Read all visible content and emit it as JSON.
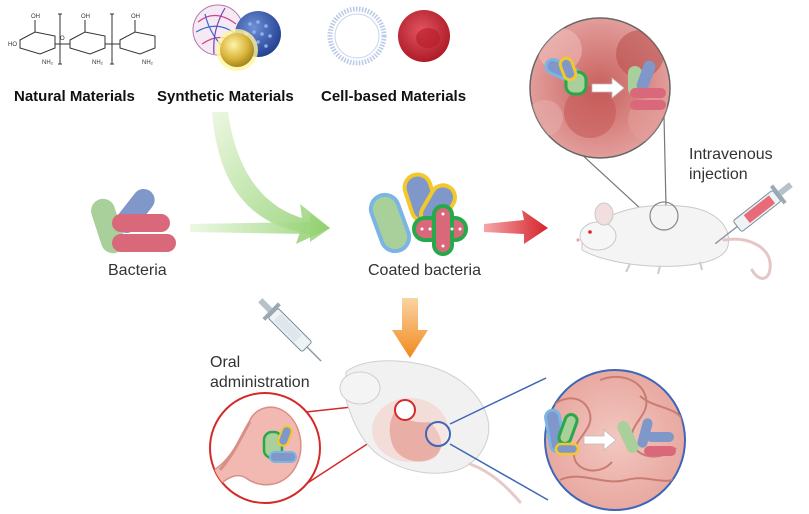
{
  "materials": {
    "natural": "Natural Materials",
    "synthetic": "Synthetic Materials",
    "cell_based": "Cell-based Materials"
  },
  "labels": {
    "bacteria": "Bacteria",
    "coated": "Coated bacteria",
    "iv_line1": "Intravenous",
    "iv_line2": "injection",
    "oral_line1": "Oral",
    "oral_line2": "administration"
  },
  "structure_text": {
    "oh": "OH",
    "ho": "HO",
    "nh2": "NH₂",
    "o": "O"
  },
  "colors": {
    "bacterium_green": "#a9cf9a",
    "bacterium_blue": "#7f97c9",
    "bacterium_pink": "#d9697a",
    "coat_yellow": "#f3c82a",
    "coat_green": "#27a84a",
    "tumor_tissue": "#d98a87",
    "red_blood_cell": "#c7202e",
    "arrow_green": "#8ccf6a",
    "arrow_red": "#d6222b",
    "arrow_orange": "#f08a1c",
    "callout_red": "#d42a2a",
    "callout_blue": "#3f66b6"
  }
}
